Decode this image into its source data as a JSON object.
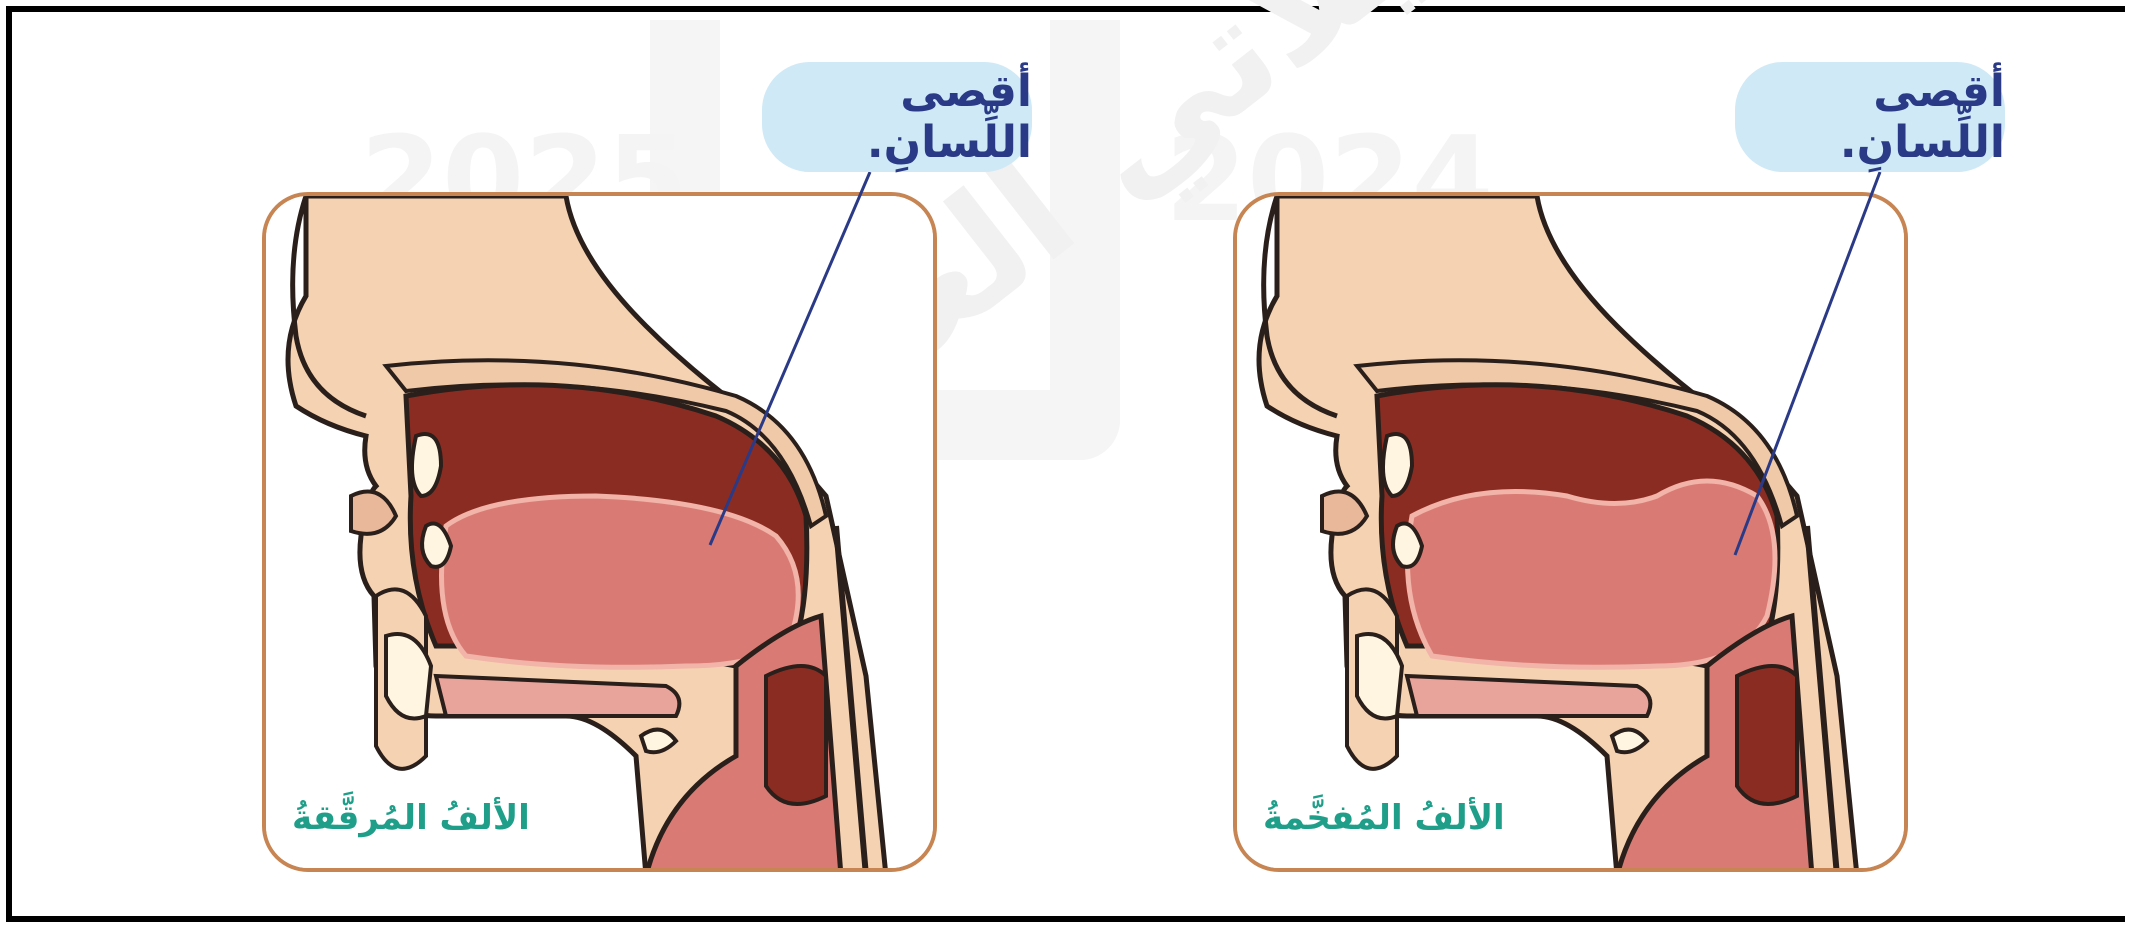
{
  "watermark": {
    "year_left": "2025",
    "year_right": "2024",
    "site_text": "موقع فايلاتي العماني"
  },
  "panels": [
    {
      "caption": "الألفُ المُرقَّقةُ",
      "bubble": "أقصى اللِّسانِ."
    },
    {
      "caption": "الألفُ المُفخَّمةُ",
      "bubble": "أقصى اللِّسانِ."
    }
  ],
  "colors": {
    "skin": "#f5d2b1",
    "cavity": "#8b2c22",
    "tongue": "#d97b74",
    "frame_border": "#c78553",
    "caption": "#1f9f8a",
    "bubble_bg": "#cfe9f6",
    "bubble_text": "#2b3a86"
  }
}
